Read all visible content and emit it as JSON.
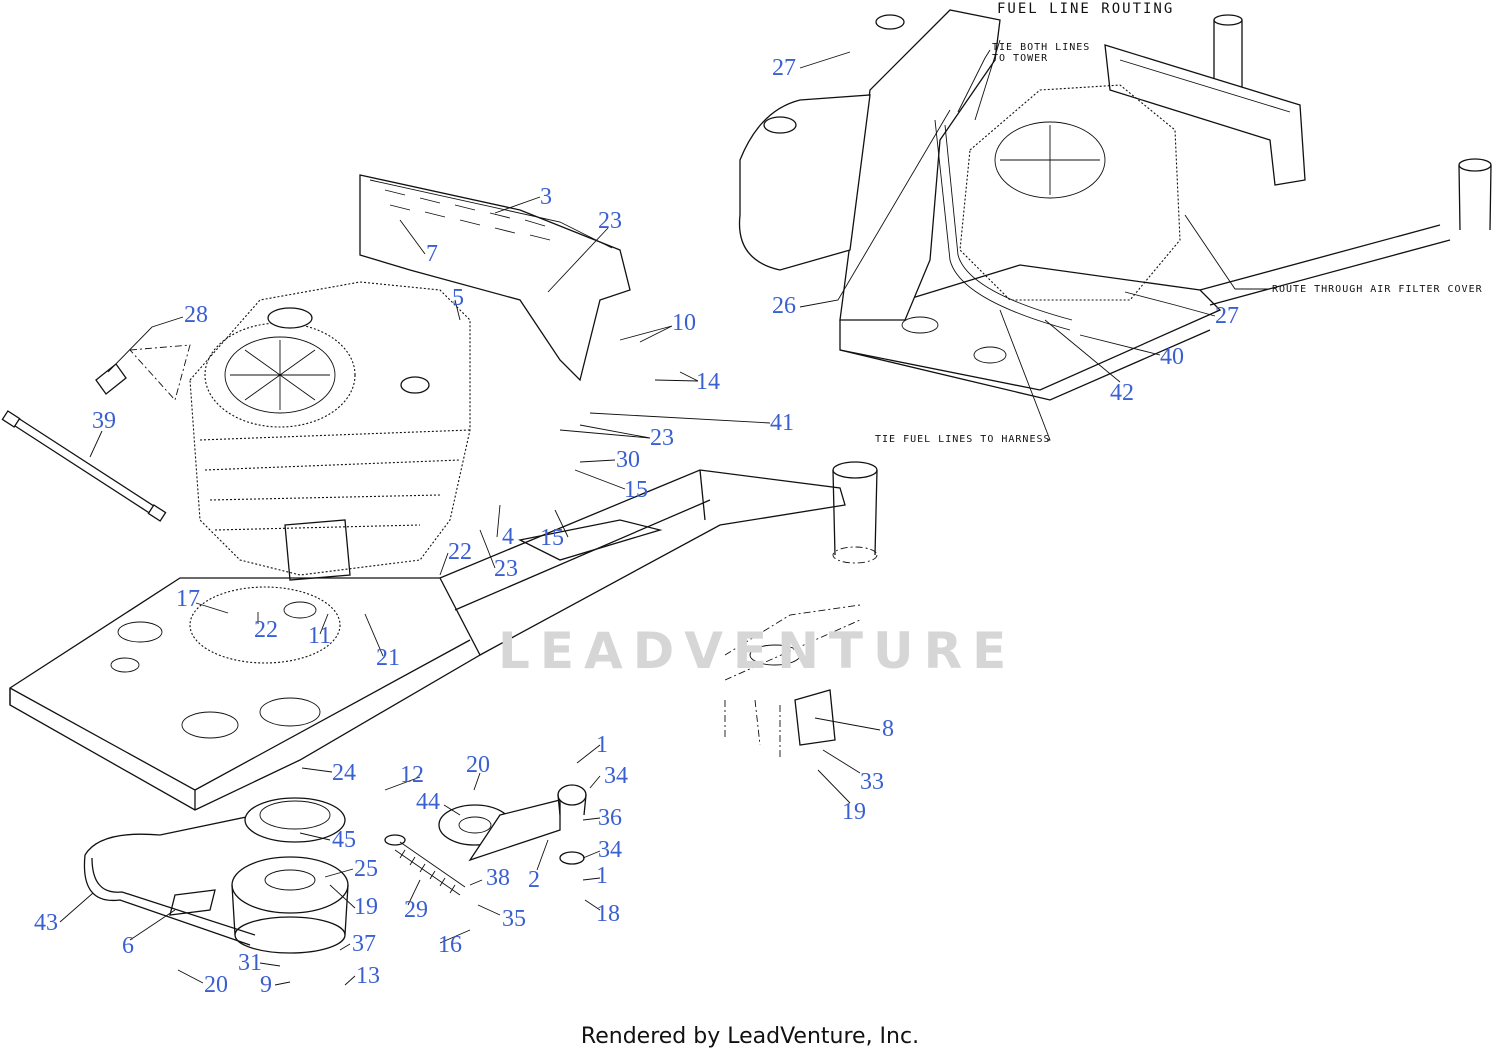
{
  "title": "FUEL LINE ROUTING",
  "notes": {
    "tie_both_lines_1": "TIE BOTH LINES",
    "tie_both_lines_2": "TO TOWER",
    "route_air_filter": "ROUTE THROUGH AIR FILTER COVER",
    "tie_fuel_harness": "TIE FUEL LINES TO HARNESS"
  },
  "watermark": "LEADVENTURE",
  "footer": "Rendered by LeadVenture, Inc.",
  "callouts": {
    "c1a": "1",
    "c1b": "1",
    "c2": "2",
    "c3": "3",
    "c4": "4",
    "c5": "5",
    "c6": "6",
    "c7": "7",
    "c8": "8",
    "c9": "9",
    "c10": "10",
    "c11": "11",
    "c12": "12",
    "c13": "13",
    "c14": "14",
    "c15a": "15",
    "c15b": "15",
    "c16": "16",
    "c17": "17",
    "c18": "18",
    "c19a": "19",
    "c19b": "19",
    "c20a": "20",
    "c20b": "20",
    "c21": "21",
    "c22a": "22",
    "c22b": "22",
    "c23a": "23",
    "c23b": "23",
    "c23c": "23",
    "c24": "24",
    "c25": "25",
    "c26": "26",
    "c27a": "27",
    "c27b": "27",
    "c28": "28",
    "c29": "29",
    "c30": "30",
    "c31": "31",
    "c33": "33",
    "c34a": "34",
    "c34b": "34",
    "c35": "35",
    "c36": "36",
    "c37": "37",
    "c38": "38",
    "c39": "39",
    "c40": "40",
    "c41": "41",
    "c42": "42",
    "c43": "43",
    "c44": "44",
    "c45": "45"
  },
  "colors": {
    "callout": "#3a5fd0",
    "line": "#111111",
    "watermark": "#d6d6d6"
  }
}
